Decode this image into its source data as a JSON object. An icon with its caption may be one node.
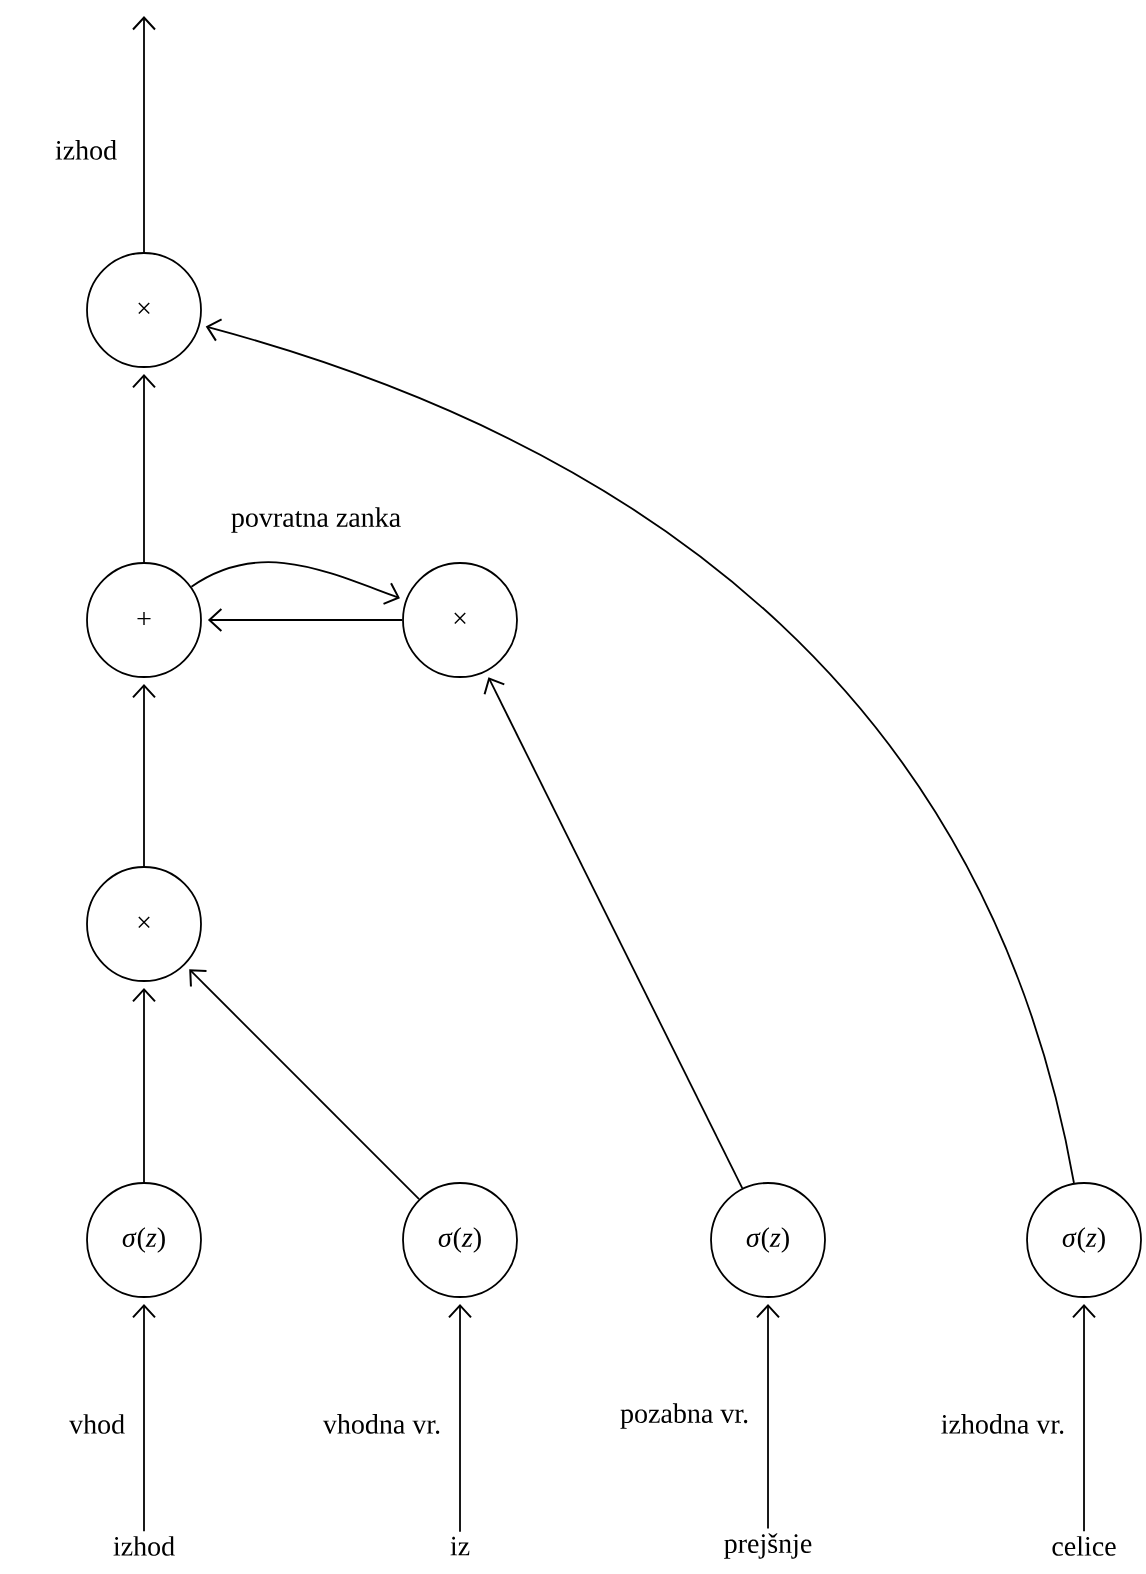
{
  "diagram": {
    "nodes": [
      {
        "text": [
          "×"
        ]
      },
      {
        "text": [
          "+"
        ]
      },
      {
        "text": [
          "×"
        ]
      },
      {
        "text": [
          "×"
        ]
      },
      {
        "text": [
          "*σ*(*z*)"
        ]
      },
      {
        "text": [
          "*σ*(*z*)"
        ]
      },
      {
        "text": [
          "*σ*(*z*)"
        ]
      },
      {
        "text": [
          "*σ*(*z*)"
        ]
      },
      {
        "text": [
          "izhod"
        ]
      },
      {
        "text": [
          "iz"
        ]
      },
      {
        "text": [
          "prejšnje"
        ]
      },
      {
        "text": [
          "celice"
        ]
      }
    ],
    "edges": [
      {
        "from": 0,
        "to": null,
        "arrow": "to",
        "label": "izhod"
      },
      {
        "from": 1,
        "to": 0,
        "arrow": "to"
      },
      {
        "from": 1,
        "to": 2,
        "arrow": "to",
        "label": "povratna zanka"
      },
      {
        "from": 2,
        "to": 1,
        "arrow": "to"
      },
      {
        "from": 3,
        "to": 1,
        "arrow": "to"
      },
      {
        "from": 4,
        "to": 3,
        "arrow": "to"
      },
      {
        "from": 5,
        "to": 3,
        "arrow": "to"
      },
      {
        "from": 6,
        "to": 2,
        "arrow": "to"
      },
      {
        "from": 7,
        "to": 0,
        "arrow": "to"
      },
      {
        "from": 8,
        "to": 4,
        "arrow": "to",
        "label": "vhod"
      },
      {
        "from": 9,
        "to": 5,
        "arrow": "to",
        "label": "vhodna vr."
      },
      {
        "from": 10,
        "to": 6,
        "arrow": "to",
        "label": "pozabna vr."
      },
      {
        "from": 11,
        "to": 7,
        "arrow": "to",
        "label": "izhodna vr."
      }
    ]
  }
}
